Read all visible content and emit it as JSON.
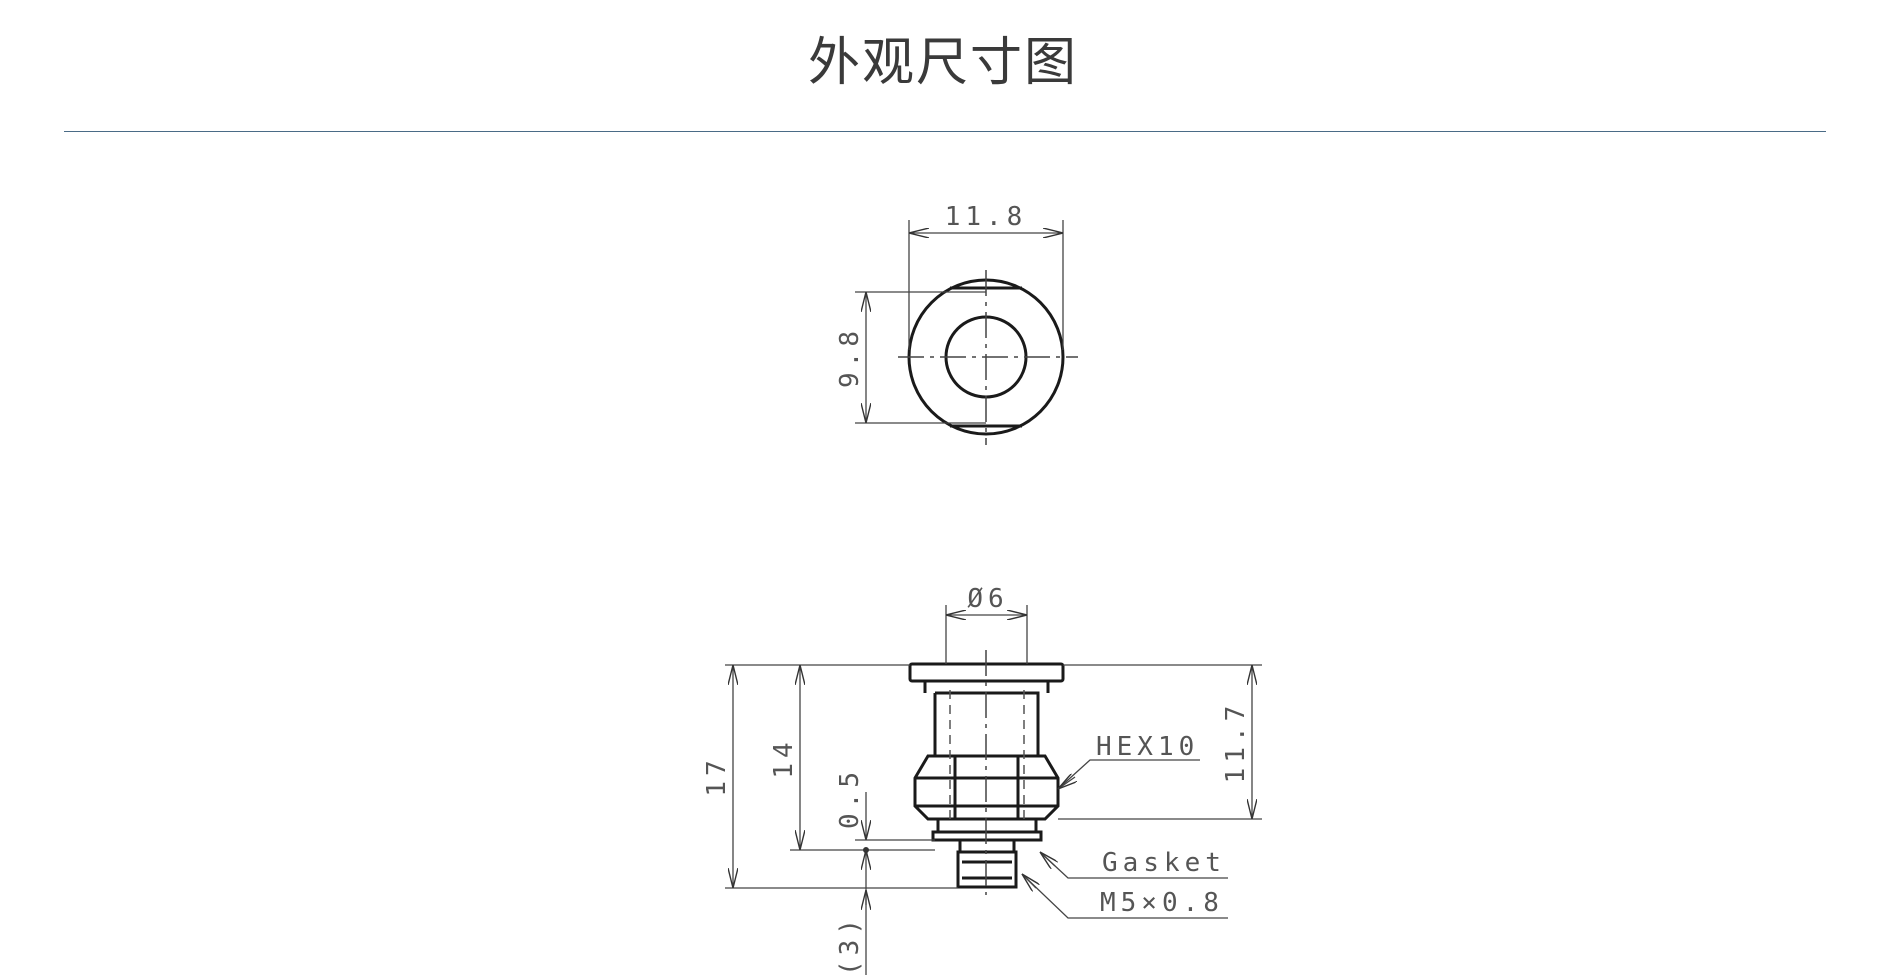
{
  "title": "外观尺寸图",
  "top_view": {
    "width": "11.8",
    "height": "9.8"
  },
  "side_view": {
    "tube_diameter": "Ø6",
    "overall_height": "17",
    "body_height": "14",
    "gasket_thickness": "0.5",
    "thread_length": "(3)",
    "hex_section_height": "11.7",
    "hex_label": "HEX10",
    "gasket_label": "Gasket",
    "thread_label": "M5×0.8"
  }
}
